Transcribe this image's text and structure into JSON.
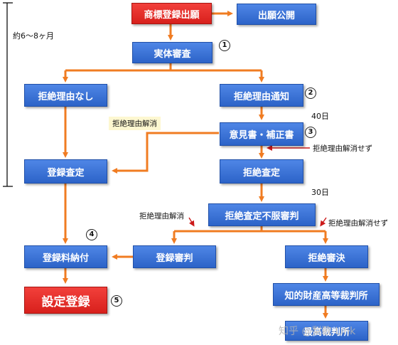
{
  "colors": {
    "arrow": "#f07c22",
    "box": "#2f6bd4",
    "red_box": "#e02b27"
  },
  "period_label": "約6～8ヶ月",
  "boxes": {
    "application": "商標登録出願",
    "publication": "出願公開",
    "examination": "実体審査",
    "no_refusal": "拒絶理由なし",
    "refusal_notice": "拒絶理由通知",
    "opinion": "意見書・補正書",
    "registration_decision": "登録査定",
    "refusal_decision": "拒絶査定",
    "appeal": "拒絶査定不服審判",
    "fee": "登録料納付",
    "reg_appeal": "登録審判",
    "refusal_trial": "拒絶審決",
    "ip_court": "知的財産高等裁判所",
    "supreme_court": "最高裁判所",
    "registration": "設定登録"
  },
  "notes": {
    "resolved_1": "拒絶理由解消",
    "not_resolved_1": "拒絶理由解消せず",
    "resolved_2": "拒絶理由解消",
    "not_resolved_2": "拒絶理由解消せず"
  },
  "days": {
    "d40": "40日",
    "d30": "30日"
  },
  "circled": {
    "c1": "1",
    "c2": "2",
    "c3": "3",
    "c4": "4",
    "c5": "5"
  },
  "watermark": "知乎 @梨歌-Link"
}
